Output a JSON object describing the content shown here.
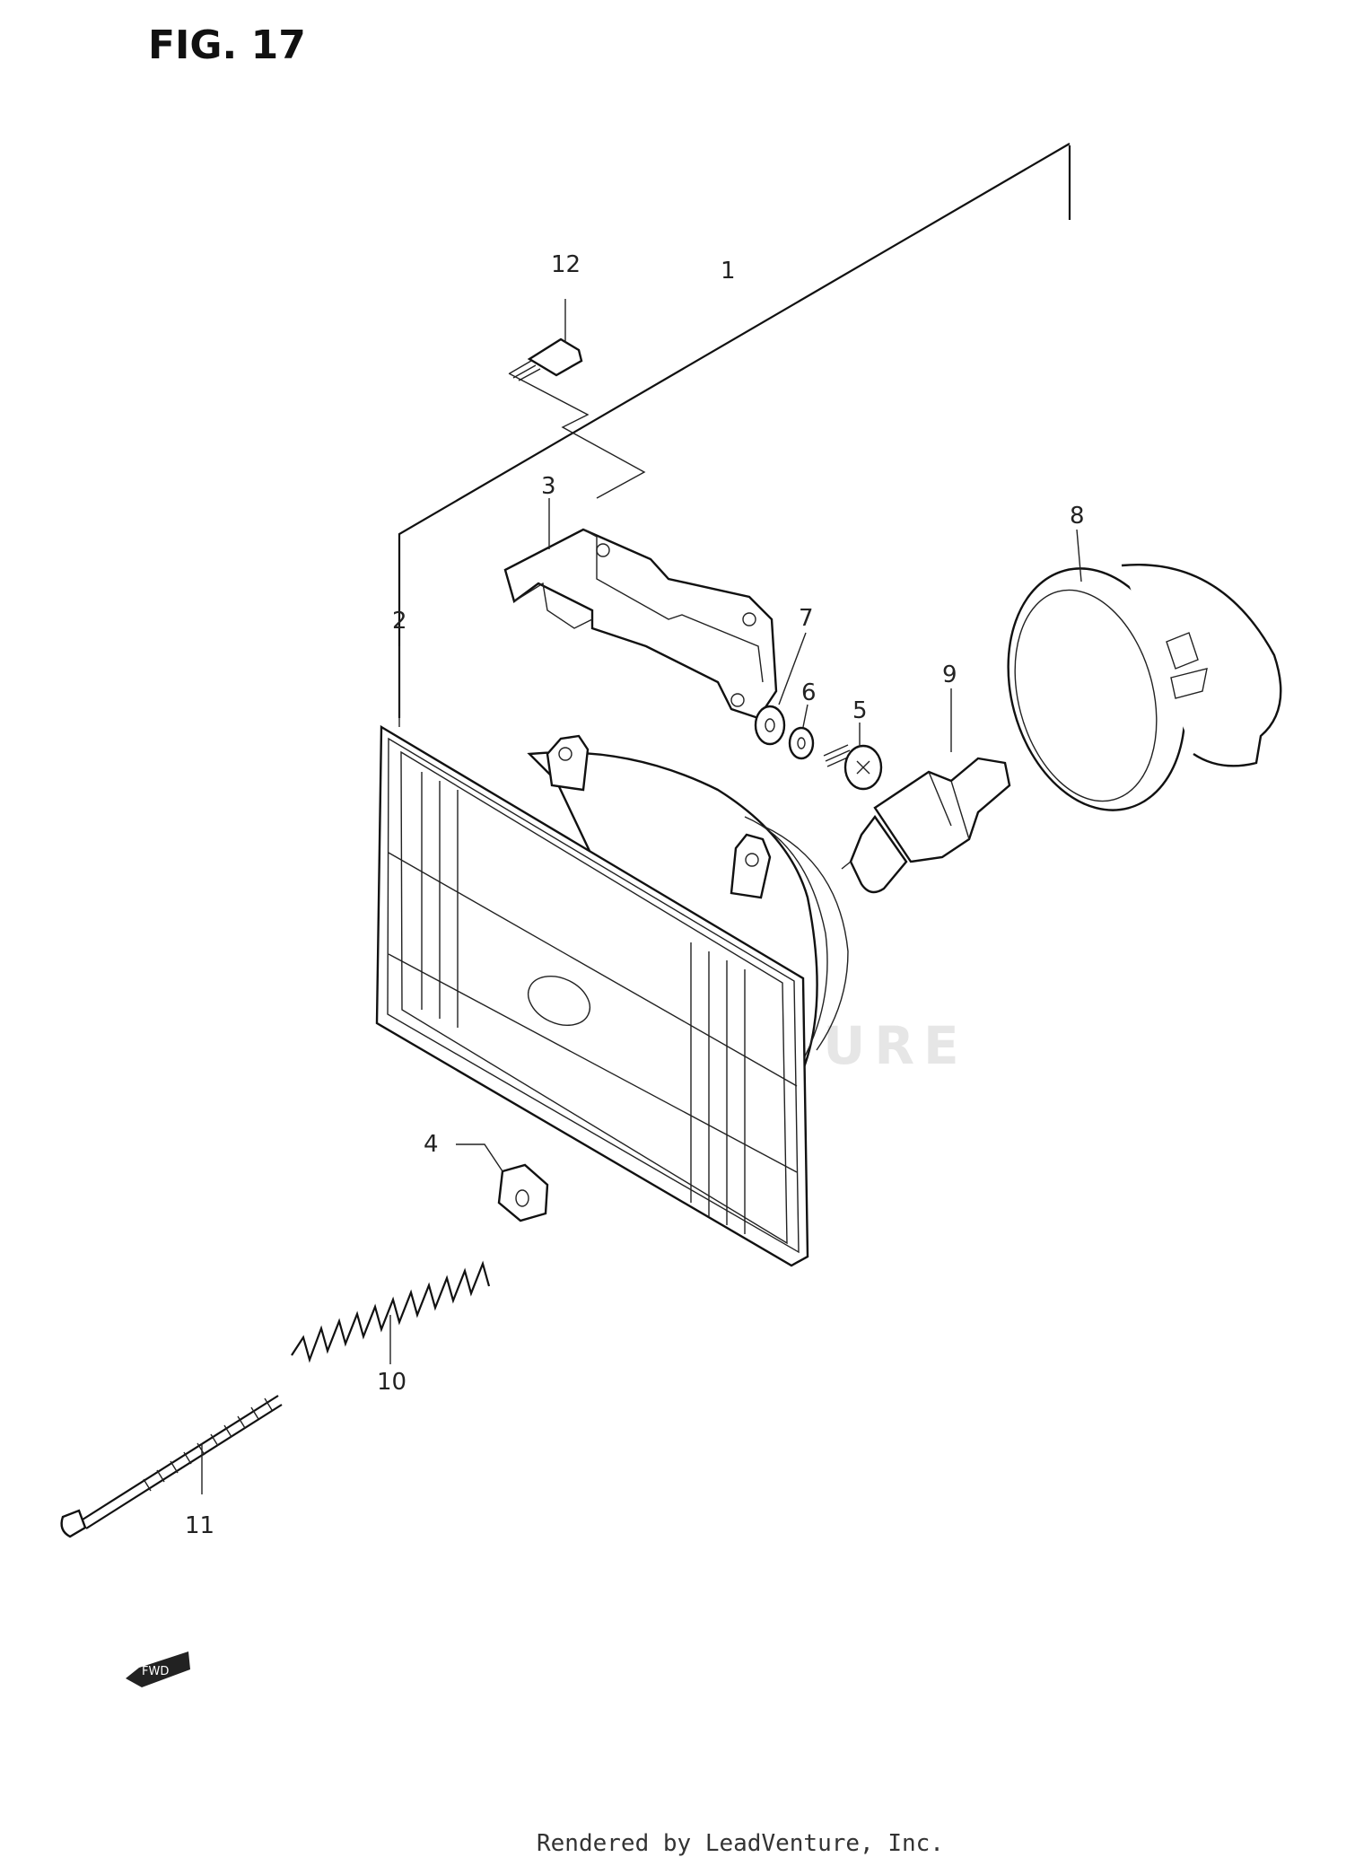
{
  "figure": {
    "title": "FIG. 17"
  },
  "watermark": {
    "text": "LEADVENTURE"
  },
  "callouts": [
    {
      "id": "1",
      "text": "1"
    },
    {
      "id": "2",
      "text": "2"
    },
    {
      "id": "3",
      "text": "3"
    },
    {
      "id": "4",
      "text": "4"
    },
    {
      "id": "5",
      "text": "5"
    },
    {
      "id": "6",
      "text": "6"
    },
    {
      "id": "7",
      "text": "7"
    },
    {
      "id": "8",
      "text": "8"
    },
    {
      "id": "9",
      "text": "9"
    },
    {
      "id": "10",
      "text": "10"
    },
    {
      "id": "11",
      "text": "11"
    },
    {
      "id": "12",
      "text": "12"
    }
  ],
  "direction_badge": {
    "text": "FWD"
  },
  "footer": {
    "text": "Rendered by LeadVenture, Inc."
  }
}
